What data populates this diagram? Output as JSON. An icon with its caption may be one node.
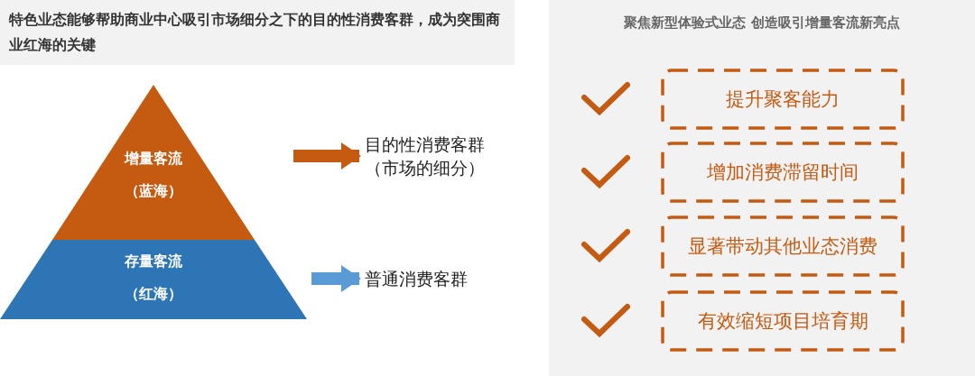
{
  "diagram": {
    "title": "特色业态能够帮助商业中心吸引市场细分之下的目的性消费客群，成为突围商业红海的关键",
    "nodes": [
      {
        "text": [
          "增量客流",
          "（蓝海）"
        ]
      },
      {
        "text": [
          "存量客流",
          "（红海）"
        ]
      },
      {
        "text": [
          "目的性消费客群（市场的细分）"
        ]
      },
      {
        "text": [
          "普通消费客群"
        ]
      },
      {
        "text": [
          "提升聚客能力"
        ]
      },
      {
        "text": [
          "增加消费滞留时间"
        ]
      },
      {
        "text": [
          "显著带动其他业态消费"
        ]
      },
      {
        "text": [
          "有效缩短项目培育期"
        ]
      }
    ],
    "edges": [
      {
        "from": null,
        "to": 2,
        "arrow": "to",
        "color": "#c55a11"
      },
      {
        "from": null,
        "to": 3,
        "arrow": "to",
        "color": "#5b9bd5"
      }
    ],
    "labels": [
      "聚焦新型体验式业态 创造吸引增量客流新亮点"
    ]
  }
}
